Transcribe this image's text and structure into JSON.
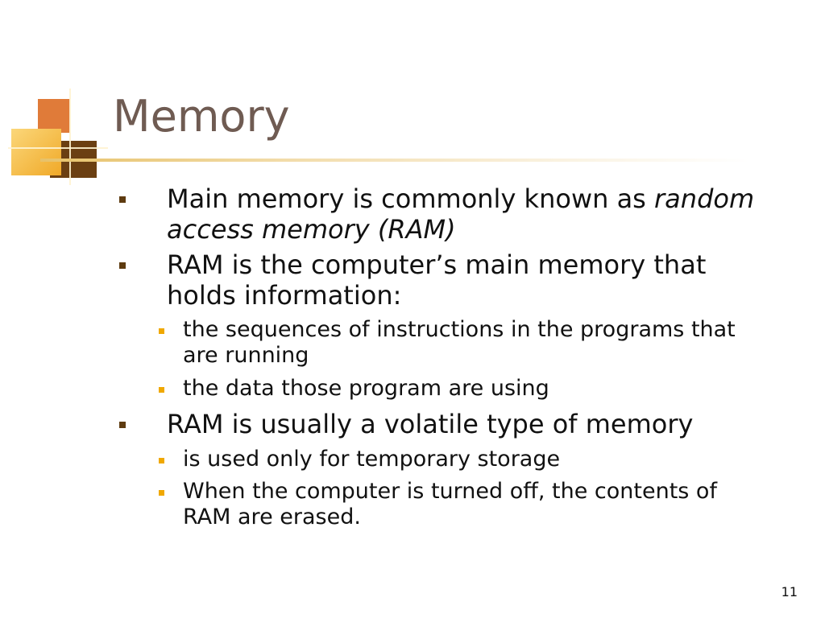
{
  "slide": {
    "title": "Memory",
    "page_number": "11"
  },
  "bullets": {
    "b1": {
      "text": "Main memory is commonly known as ",
      "emphasis_line1": "random",
      "emphasis_line2": "access memory (RAM)"
    },
    "b2": {
      "line1": "RAM is the computer’s main memory that",
      "line2": "holds information:",
      "sub": [
        {
          "line1": "the sequences of instructions in the programs that",
          "line2": "are running"
        },
        {
          "line1": "the data those program are using"
        }
      ]
    },
    "b3": {
      "line1": "RAM is usually a volatile type of memory",
      "sub": [
        {
          "line1": "is used only for temporary storage"
        },
        {
          "line1": "When the computer is turned off, the contents of",
          "line2": "RAM are erased."
        }
      ]
    }
  },
  "colors": {
    "title": "#6f5b52",
    "primary_bullet": "#5e3b10",
    "secondary_bullet": "#f0a800",
    "accent_orange": "#e07b39",
    "accent_gold": "#f5c242",
    "accent_brown": "#6b3f12"
  }
}
